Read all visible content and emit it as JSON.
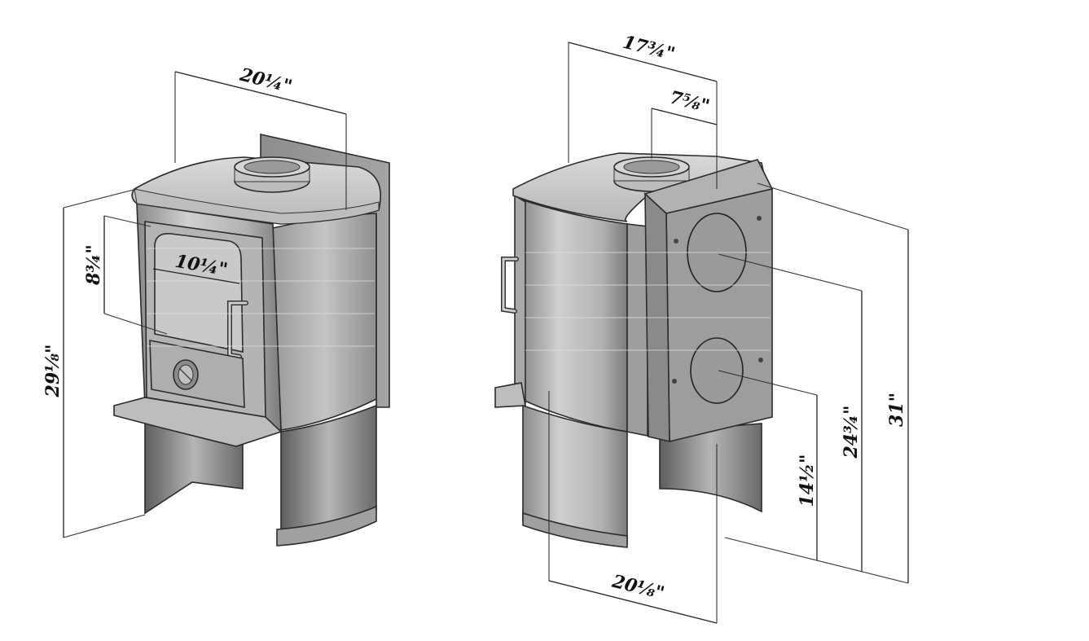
{
  "dimensions": {
    "front_width": "20¼\"",
    "front_height": "29⅛\"",
    "window_height": "8¾\"",
    "window_width": "10¼\"",
    "side_depth": "17¾\"",
    "flue_offset": "7⅝\"",
    "base_depth": "20⅛\"",
    "lower_outlet_height": "14½\"",
    "upper_outlet_height": "24¾\"",
    "overall_height": "31\""
  },
  "colors": {
    "metal_light": "#c9c9c9",
    "metal_mid": "#a8a8a8",
    "metal_dark": "#6f6f6f",
    "line": "#222222"
  }
}
